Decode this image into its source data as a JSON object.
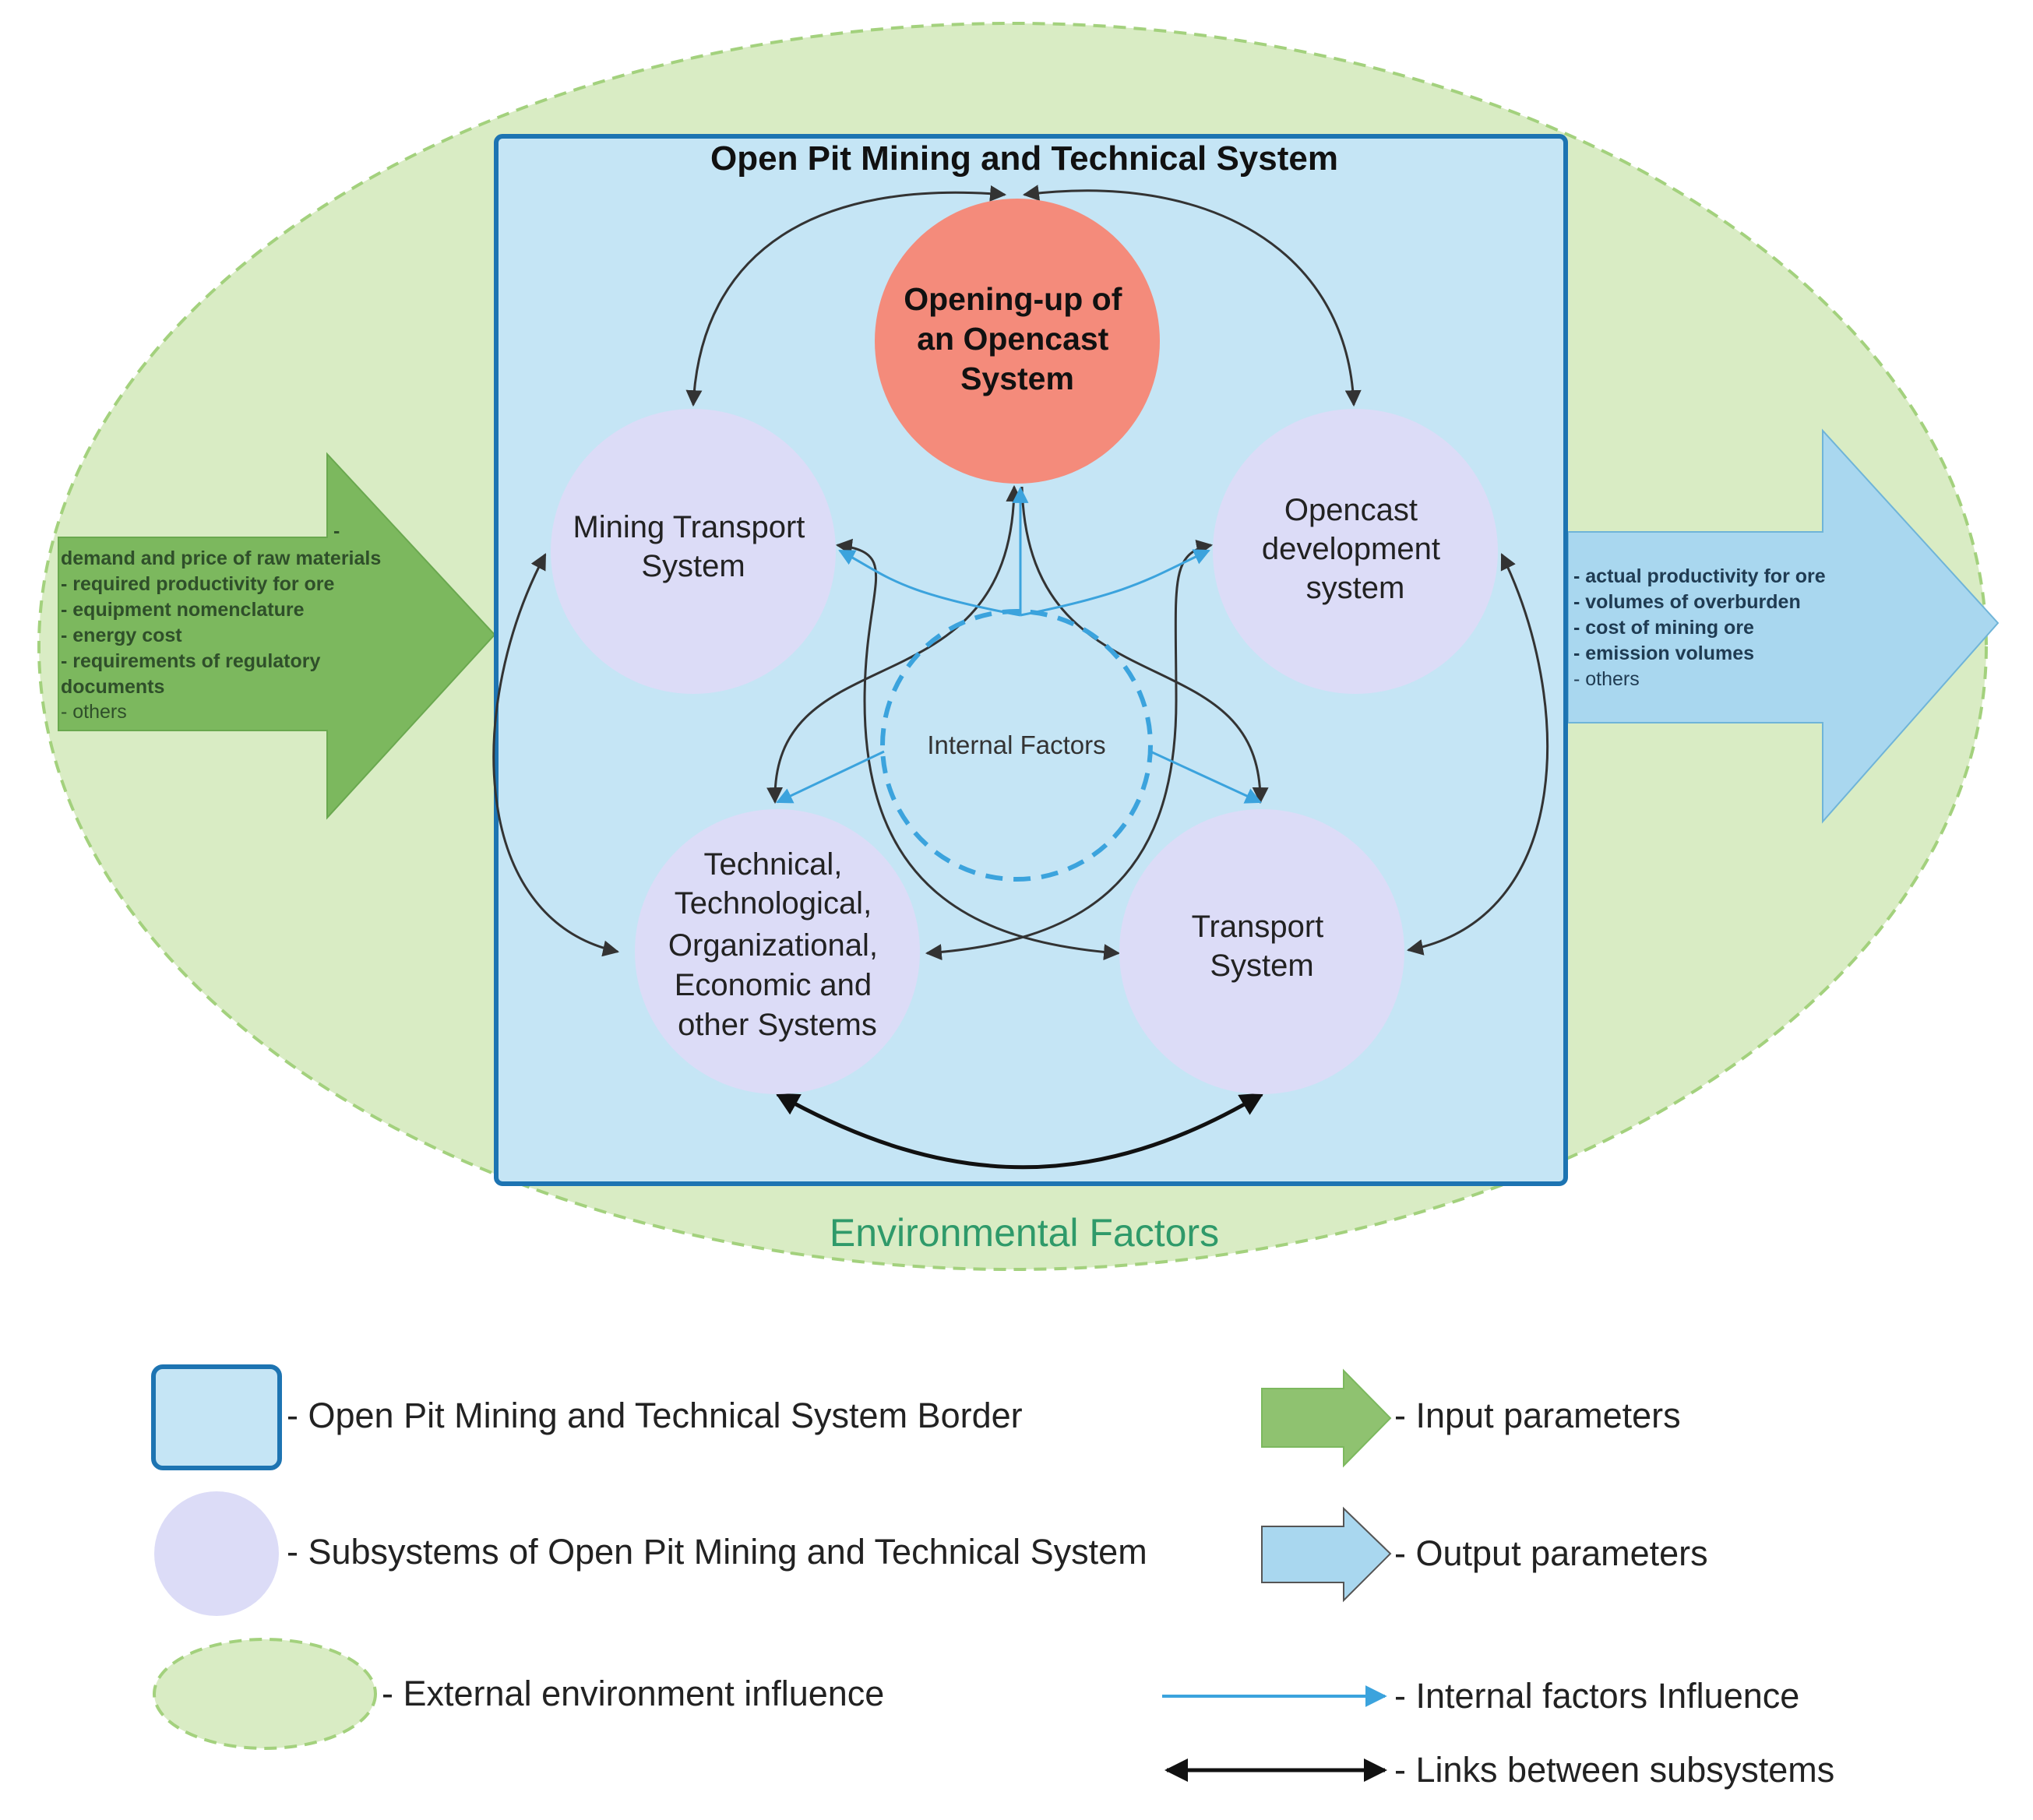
{
  "diagram": {
    "title": "Open Pit Mining and Technical System",
    "environment_label": "Environmental Factors",
    "internal_factors_label": "Internal Factors",
    "nodes": {
      "opening": [
        "Opening-up of",
        "an Opencast",
        "System"
      ],
      "mining_transport": [
        "Mining Transport",
        "System"
      ],
      "opencast_dev": [
        "Opencast",
        "development",
        "system"
      ],
      "technical": [
        "Technical,",
        "Technological,",
        "Organizational,",
        "Economic and",
        "other Systems"
      ],
      "transport": [
        "Transport",
        "System"
      ]
    },
    "input_parameters": {
      "dash": "-",
      "lines": [
        "demand and price of raw materials",
        " - required productivity for ore",
        " - equipment nomenclature",
        " - energy cost",
        " - requirements of regulatory",
        "documents"
      ],
      "last": " - others"
    },
    "output_parameters": {
      "lines": [
        "- actual productivity for ore",
        "- volumes of overburden",
        "- cost of mining ore",
        "- emission volumes"
      ],
      "last": "- others"
    }
  },
  "legend": {
    "border": "- Open Pit Mining and Technical System Border",
    "subsystems": "- Subsystems of Open Pit Mining and Technical System",
    "external": "- External environment influence",
    "input": "- Input parameters",
    "output": "- Output parameters",
    "internal": "- Internal factors Influence",
    "links": "- Links between subsystems"
  },
  "colors": {
    "environment_fill": "#d9ecc4",
    "environment_stroke": "#a3d17d",
    "border_fill": "#c5e5f5",
    "border_stroke": "#1d74b2",
    "subsystem_fill": "#dcdcf7",
    "opening_fill": "#f48b7b",
    "input_arrow": "#7cb85e",
    "output_arrow": "#a9d7ef",
    "internal_blue": "#3ba3dd",
    "env_text": "#2f9a6a"
  }
}
